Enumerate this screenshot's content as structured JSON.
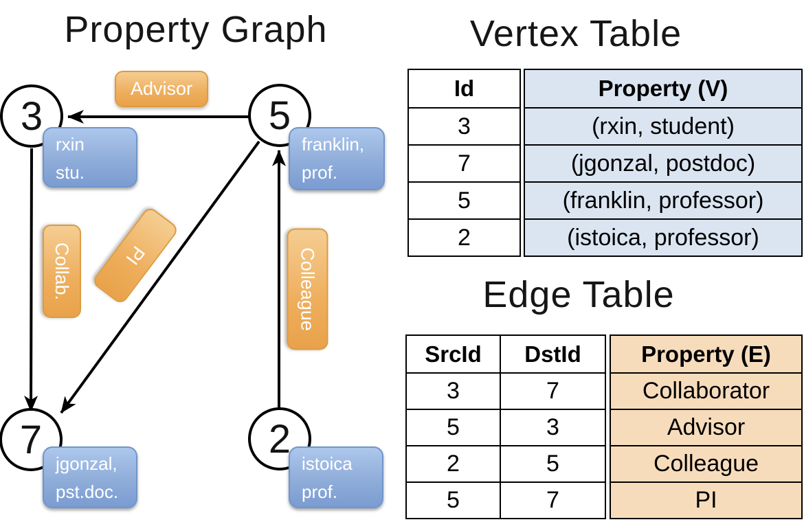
{
  "graph": {
    "title": "Property Graph",
    "vertices": [
      {
        "id": "3",
        "label_lines": [
          "rxin",
          "stu."
        ]
      },
      {
        "id": "5",
        "label_lines": [
          "franklin,",
          "prof."
        ]
      },
      {
        "id": "7",
        "label_lines": [
          "jgonzal,",
          "pst.doc."
        ]
      },
      {
        "id": "2",
        "label_lines": [
          "istoica",
          "prof."
        ]
      }
    ],
    "edges": [
      {
        "from": "5",
        "to": "3",
        "label": "Advisor"
      },
      {
        "from": "3",
        "to": "7",
        "label": "Collab."
      },
      {
        "from": "5",
        "to": "7",
        "label": "PI"
      },
      {
        "from": "2",
        "to": "5",
        "label": "Colleague"
      }
    ]
  },
  "vertex_table": {
    "title": "Vertex Table",
    "columns": [
      "Id",
      "Property (V)"
    ],
    "rows": [
      [
        "3",
        "(rxin, student)"
      ],
      [
        "7",
        "(jgonzal, postdoc)"
      ],
      [
        "5",
        "(franklin, professor)"
      ],
      [
        "2",
        "(istoica, professor)"
      ]
    ]
  },
  "edge_table": {
    "title": "Edge Table",
    "columns": [
      "SrcId",
      "DstId",
      "Property (E)"
    ],
    "rows": [
      [
        "3",
        "7",
        "Collaborator"
      ],
      [
        "5",
        "3",
        "Advisor"
      ],
      [
        "2",
        "5",
        "Colleague"
      ],
      [
        "5",
        "7",
        "PI"
      ]
    ]
  },
  "colors": {
    "vertex_box_blue": "#8fadd9",
    "edge_label_orange": "#eeae5c",
    "vertex_table_fill": "#dbe5f1",
    "edge_table_fill": "#f7dcbc",
    "line_black": "#000000"
  }
}
